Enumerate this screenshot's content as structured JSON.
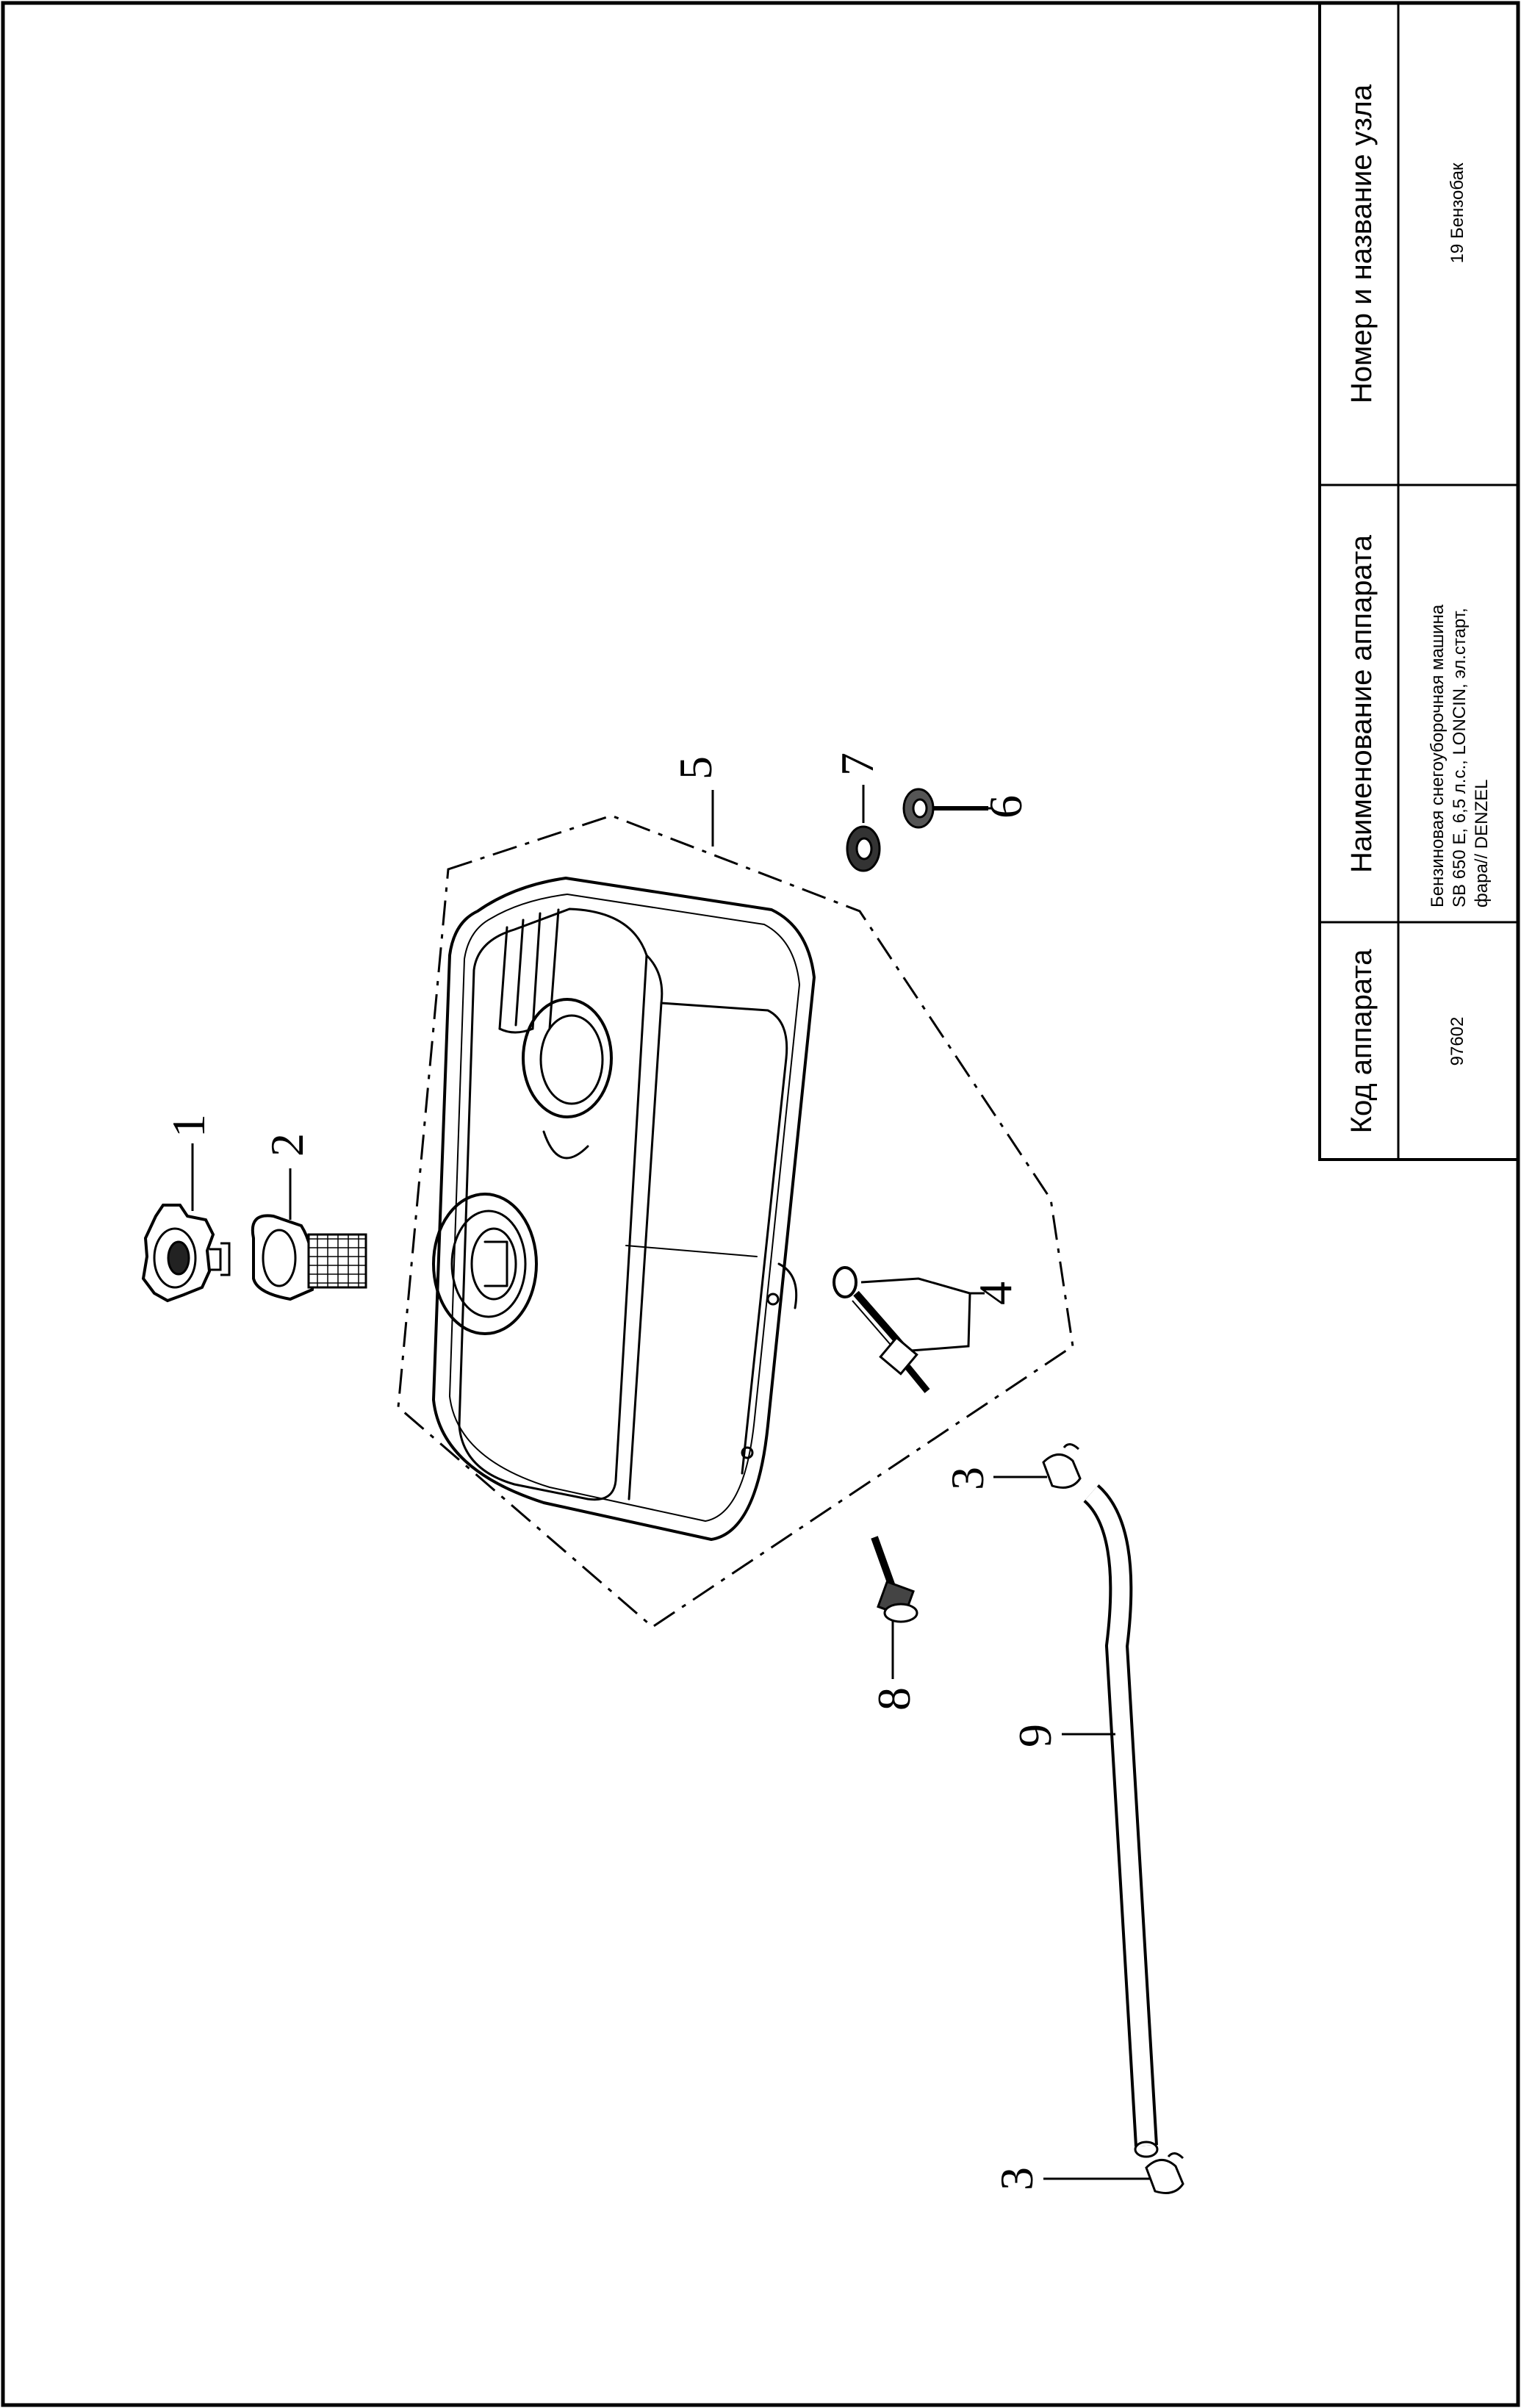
{
  "title_block": {
    "code_header": "Код аппарата",
    "name_header": "Наименование аппарата",
    "node_header": "Номер и название узла",
    "code_value": "97602",
    "name_value_lines": [
      "Бензиновая снегоуборочная машина",
      "SB 650 E, 6,5 л.с., LONCIN, эл.старт,",
      "фара// DENZEL"
    ],
    "node_value": "19 Бензобак"
  },
  "callouts": {
    "c1": "1",
    "c2": "2",
    "c3a": "3",
    "c3b": "3",
    "c4": "4",
    "c5": "5",
    "c6": "6",
    "c7": "7",
    "c8": "8",
    "c9": "9"
  },
  "icons": [
    "fuel-cap-icon",
    "fuel-filter-icon",
    "hose-clamp-icon",
    "fuel-valve-icon",
    "fuel-tank-icon",
    "bolt-icon",
    "washer-icon",
    "fuel-hose-icon"
  ]
}
